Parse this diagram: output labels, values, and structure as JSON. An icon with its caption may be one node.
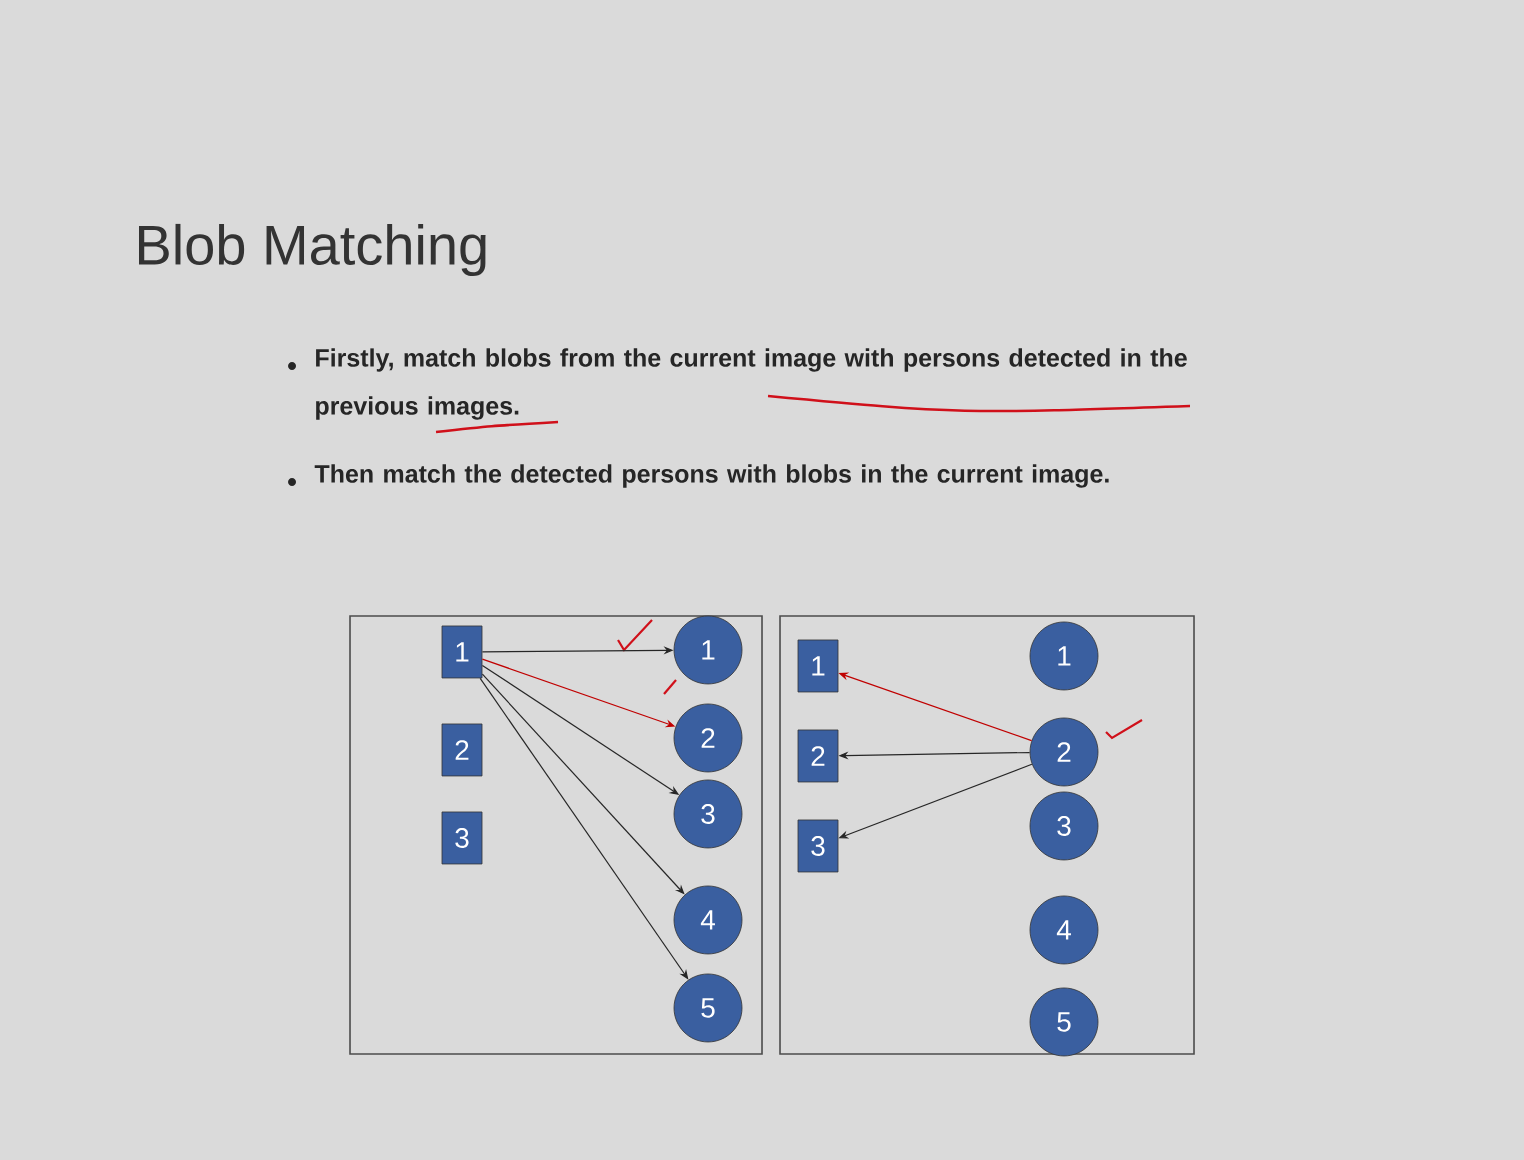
{
  "diagram": {
    "title": "Blob Matching",
    "nodes": [
      {
        "text": [],
        "shape": "box"
      },
      {
        "text": [
          "1"
        ],
        "in": 0
      },
      {
        "text": [
          "2"
        ],
        "in": 0
      },
      {
        "text": [
          "3"
        ],
        "in": 0
      },
      {
        "text": [
          "1"
        ],
        "in": 0
      },
      {
        "text": [
          "2"
        ],
        "in": 0
      },
      {
        "text": [
          "3"
        ],
        "in": 0
      },
      {
        "text": [
          "4"
        ],
        "in": 0
      },
      {
        "text": [
          "5"
        ],
        "in": 0
      },
      {
        "text": [],
        "shape": "box"
      },
      {
        "text": [
          "1"
        ],
        "in": 9
      },
      {
        "text": [
          "2"
        ],
        "in": 9
      },
      {
        "text": [
          "3"
        ],
        "in": 9
      },
      {
        "text": [
          "1"
        ],
        "in": 9
      },
      {
        "text": [
          "2"
        ],
        "in": 9
      },
      {
        "text": [
          "3"
        ],
        "in": 9
      },
      {
        "text": [
          "4"
        ],
        "in": 9
      },
      {
        "text": [
          "5"
        ],
        "in": 9
      }
    ],
    "edges": [
      {
        "from": 1,
        "to": 4,
        "arrow": "to"
      },
      {
        "from": 1,
        "to": 5,
        "arrow": "to",
        "color": "#c00000"
      },
      {
        "from": 1,
        "to": 6,
        "arrow": "to"
      },
      {
        "from": 1,
        "to": 7,
        "arrow": "to"
      },
      {
        "from": 1,
        "to": 8,
        "arrow": "to"
      },
      {
        "from": 14,
        "to": 10,
        "arrow": "to",
        "color": "#c00000"
      },
      {
        "from": 14,
        "to": 11,
        "arrow": "to"
      },
      {
        "from": 14,
        "to": 12,
        "arrow": "to"
      }
    ],
    "labels": [
      "Firstly, match blobs from the current image with persons detected in the previous images.",
      "Then match the detected persons with blobs in the current image."
    ]
  }
}
